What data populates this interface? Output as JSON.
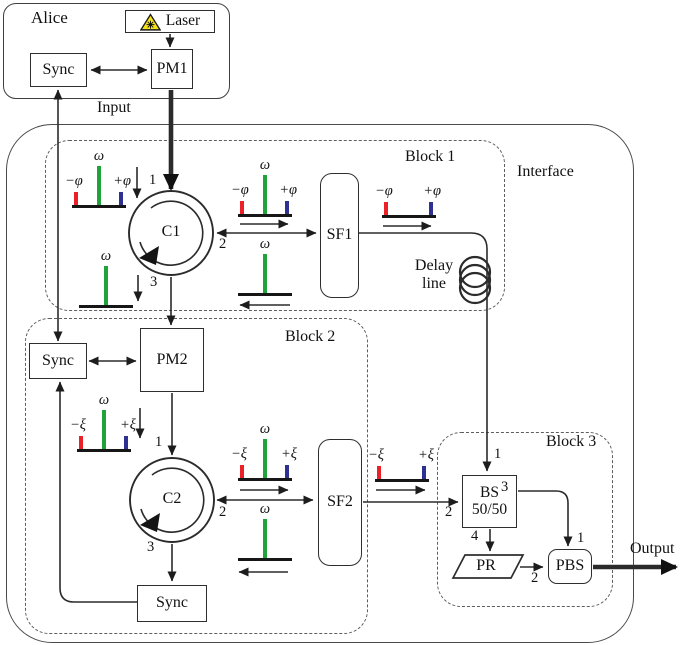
{
  "alice": {
    "title": "Alice",
    "laser": "Laser",
    "sync": "Sync",
    "pm1": "PM1"
  },
  "labels": {
    "input": "Input",
    "interface": "Interface",
    "output": "Output",
    "delay_line_1": "Delay",
    "delay_line_2": "line"
  },
  "block1": {
    "title": "Block 1",
    "c1": "C1",
    "sf1": "SF1",
    "port1": "1",
    "port2": "2",
    "port3": "3"
  },
  "block2": {
    "title": "Block 2",
    "sync_left": "Sync",
    "pm2": "PM2",
    "c2": "C2",
    "sf2": "SF2",
    "sync_bottom": "Sync",
    "port1": "1",
    "port2": "2",
    "port3": "3"
  },
  "block3": {
    "title": "Block 3",
    "bs_line1": "BS",
    "bs_line2": "50/50",
    "pr": "PR",
    "pbs": "PBS",
    "bs_port1": "1",
    "bs_port2": "2",
    "bs_port3": "3",
    "bs_port4": "4",
    "pbs_port1": "1",
    "pbs_port2": "2"
  },
  "spectra": [
    {
      "left": "−φ",
      "center": "ω",
      "right": "+φ"
    },
    {
      "center": "ω"
    },
    {
      "left": "−φ",
      "center": "ω",
      "right": "+φ"
    },
    {
      "center": "ω"
    },
    {
      "left": "−φ",
      "right": "+φ"
    },
    {
      "left": "−ξ",
      "center": "ω",
      "right": "+ξ"
    },
    {
      "left": "−ξ",
      "center": "ω",
      "right": "+ξ"
    },
    {
      "center": "ω"
    },
    {
      "left": "−ξ",
      "right": "+ξ"
    }
  ],
  "colors": {
    "carrier_green": "#21a33c",
    "sideband_red": "#ec2027",
    "sideband_blue": "#2f3192",
    "line": "#2b2b2b",
    "warning_yellow": "#f5e31a"
  }
}
